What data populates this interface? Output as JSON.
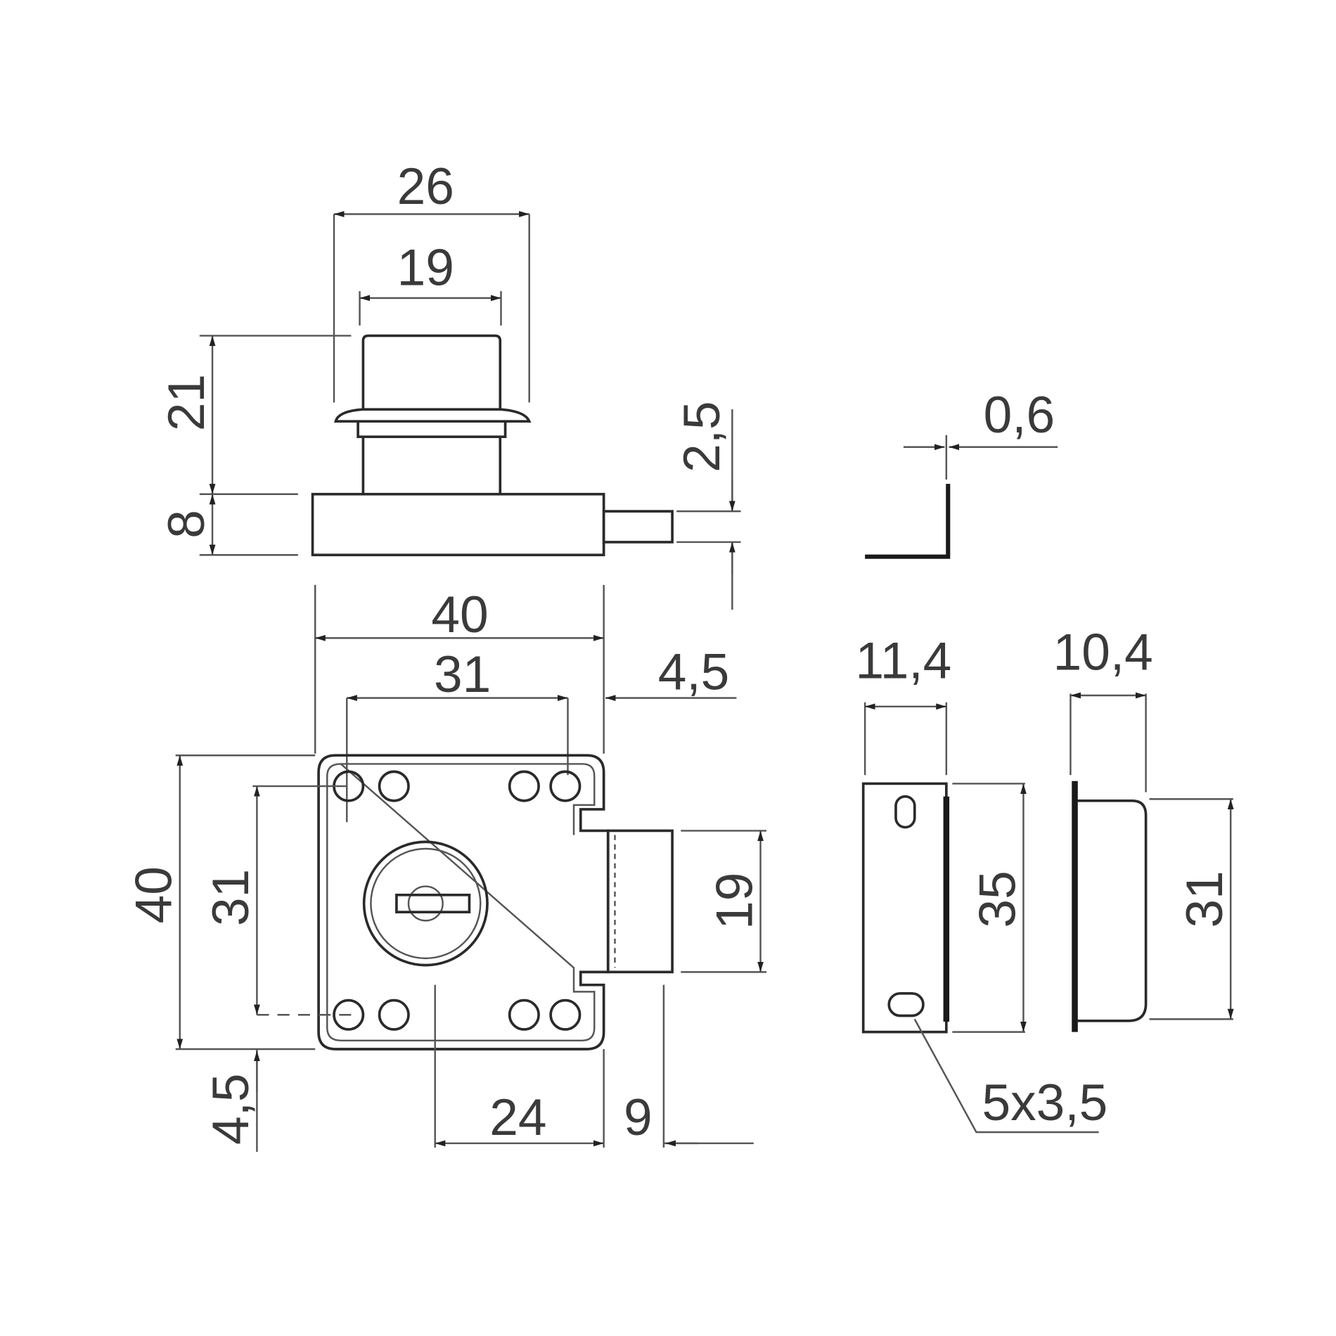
{
  "top_view": {
    "width_flange": "26",
    "width_cylinder": "19",
    "height_cylinder": "21",
    "height_body": "8",
    "bolt_thickness": "2,5"
  },
  "bracket": {
    "thickness": "0,6"
  },
  "front_view": {
    "width_body": "40",
    "hole_spacing_h": "31",
    "bolt_projection": "4,5",
    "height_body": "40",
    "hole_spacing_v": "31",
    "bottom_offset": "4,5",
    "bolt_height": "19",
    "backset": "24",
    "bolt_throw": "9"
  },
  "strike_plate": {
    "width": "11,4",
    "height": "35",
    "slot": "5x3,5"
  },
  "keeper": {
    "width": "10,4",
    "height": "31"
  }
}
